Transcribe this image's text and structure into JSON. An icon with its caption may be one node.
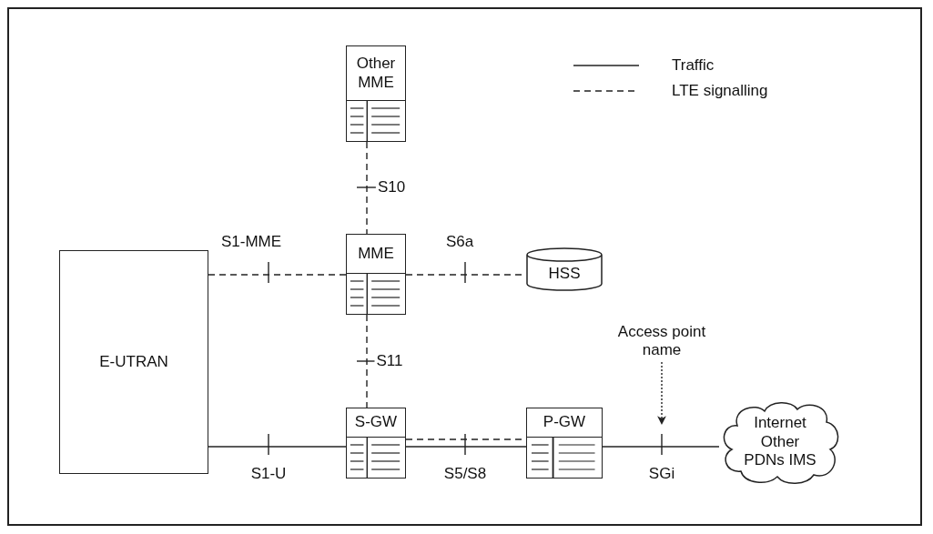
{
  "diagram": {
    "nodes": [
      {
        "text": [
          "Other MME"
        ]
      },
      {
        "text": [
          "MME"
        ]
      },
      {
        "text": [
          "HSS"
        ]
      },
      {
        "text": [
          "E-UTRAN"
        ]
      },
      {
        "text": [
          "S-GW"
        ]
      },
      {
        "text": [
          "P-GW"
        ]
      },
      {
        "text": [
          "Internet Other PDNs IMS"
        ]
      },
      {
        "text": [
          "Access point name"
        ]
      }
    ],
    "edges": [
      {
        "from": 0,
        "to": 1,
        "arrow": "none",
        "style": "dashed",
        "label": "S10"
      },
      {
        "from": 3,
        "to": 1,
        "arrow": "none",
        "style": "dashed",
        "label": "S1-MME"
      },
      {
        "from": 1,
        "to": 2,
        "arrow": "none",
        "style": "dashed",
        "label": "S6a"
      },
      {
        "from": 1,
        "to": 4,
        "arrow": "none",
        "style": "dashed",
        "label": "S11"
      },
      {
        "from": 3,
        "to": 4,
        "arrow": "none",
        "label": "S1-U"
      },
      {
        "from": 4,
        "to": 5,
        "arrow": "none",
        "label": "S5/S8"
      },
      {
        "from": 4,
        "to": 5,
        "arrow": "none",
        "style": "dashed"
      },
      {
        "from": 5,
        "to": 6,
        "arrow": "none",
        "label": "SGi"
      },
      {
        "from": 7,
        "to": null,
        "arrow": "to",
        "style": "dashed"
      }
    ],
    "legend": [
      {
        "text": "Traffic"
      },
      {
        "text": "LTE signalling"
      }
    ]
  }
}
